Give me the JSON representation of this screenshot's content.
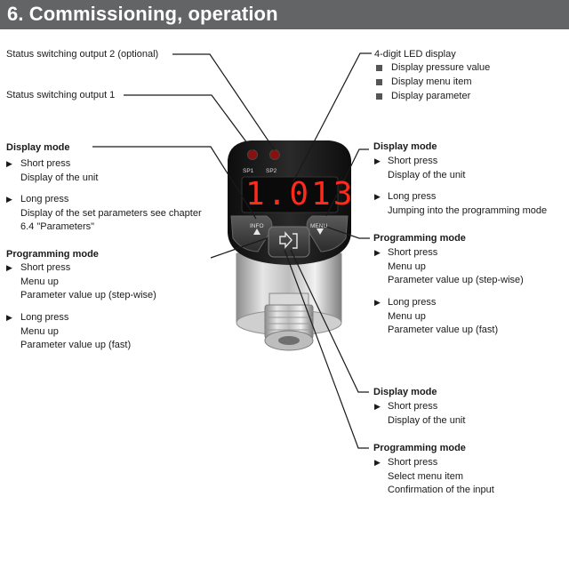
{
  "header": {
    "title": "6. Commissioning, operation"
  },
  "device": {
    "led_digits": "1.013",
    "sp1_label": "SP1",
    "sp2_label": "SP2",
    "info_label": "INFO",
    "menu_label": "MENU"
  },
  "left": {
    "status2": "Status switching output 2 (optional)",
    "status1": "Status switching output 1",
    "display_mode": {
      "heading": "Display mode",
      "short_press": "Short press",
      "short_desc": "Display of the unit",
      "long_press": "Long press",
      "long_desc_1": "Display of the set parameters see chapter",
      "long_desc_2": "6.4 \"Parameters\""
    },
    "programming_mode": {
      "heading": "Programming mode",
      "short_press": "Short press",
      "short_line1": "Menu up",
      "short_line2": "Parameter value up (step-wise)",
      "long_press": "Long press",
      "long_line1": "Menu up",
      "long_line2": "Parameter value up (fast)"
    }
  },
  "right": {
    "led": {
      "heading": "4-digit LED display",
      "items": [
        "Display pressure value",
        "Display menu item",
        "Display parameter"
      ]
    },
    "display_mode": {
      "heading": "Display mode",
      "short_press": "Short press",
      "short_desc": "Display of the unit",
      "long_press": "Long press",
      "long_desc": "Jumping into the programming mode"
    },
    "programming_mode": {
      "heading": "Programming mode",
      "short_press": "Short press",
      "short_line1": "Menu up",
      "short_line2": "Parameter value up (step-wise)",
      "long_press": "Long press",
      "long_line1": "Menu up",
      "long_line2": "Parameter value up (fast)"
    },
    "display_mode_2": {
      "heading": "Display mode",
      "short_press": "Short press",
      "short_desc": "Display of the unit"
    },
    "programming_mode_2": {
      "heading": "Programming mode",
      "short_press": "Short press",
      "line1": "Select menu item",
      "line2": "Confirmation of the input"
    }
  },
  "colors": {
    "header_bg": "#636466",
    "led_red": "#ff2a1a",
    "device_body": "#1c1c1c"
  }
}
